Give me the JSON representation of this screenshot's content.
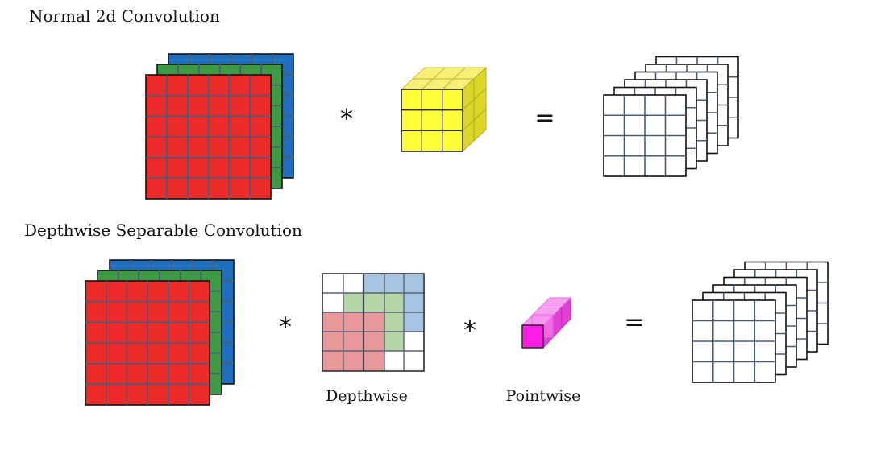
{
  "titles": {
    "normal": "Normal 2d Convolution",
    "separable": "Depthwise Separable Convolution"
  },
  "labels": {
    "depthwise": "Depthwise",
    "pointwise": "Pointwise"
  },
  "operators": {
    "convolve": "*",
    "equals": "="
  },
  "colors": {
    "red_channel": "#ee2b2b",
    "green_channel": "#3f9a45",
    "blue_channel": "#1f6fbe",
    "kernel_yellow": "#ffff3a",
    "depthwise_red": "#e9999b",
    "depthwise_green": "#b5d6a7",
    "depthwise_blue": "#a7c4e2",
    "pointwise_magenta": "#ff1de6",
    "grid_line": "#4a5b75"
  },
  "icons": {
    "input": "rgb-input-volume",
    "kernel": "3d-kernel-cube",
    "depthwise_kernel": "depthwise-kernel-stack",
    "pointwise_kernel": "1x1-kernel-bar",
    "output": "output-feature-map-stack"
  }
}
